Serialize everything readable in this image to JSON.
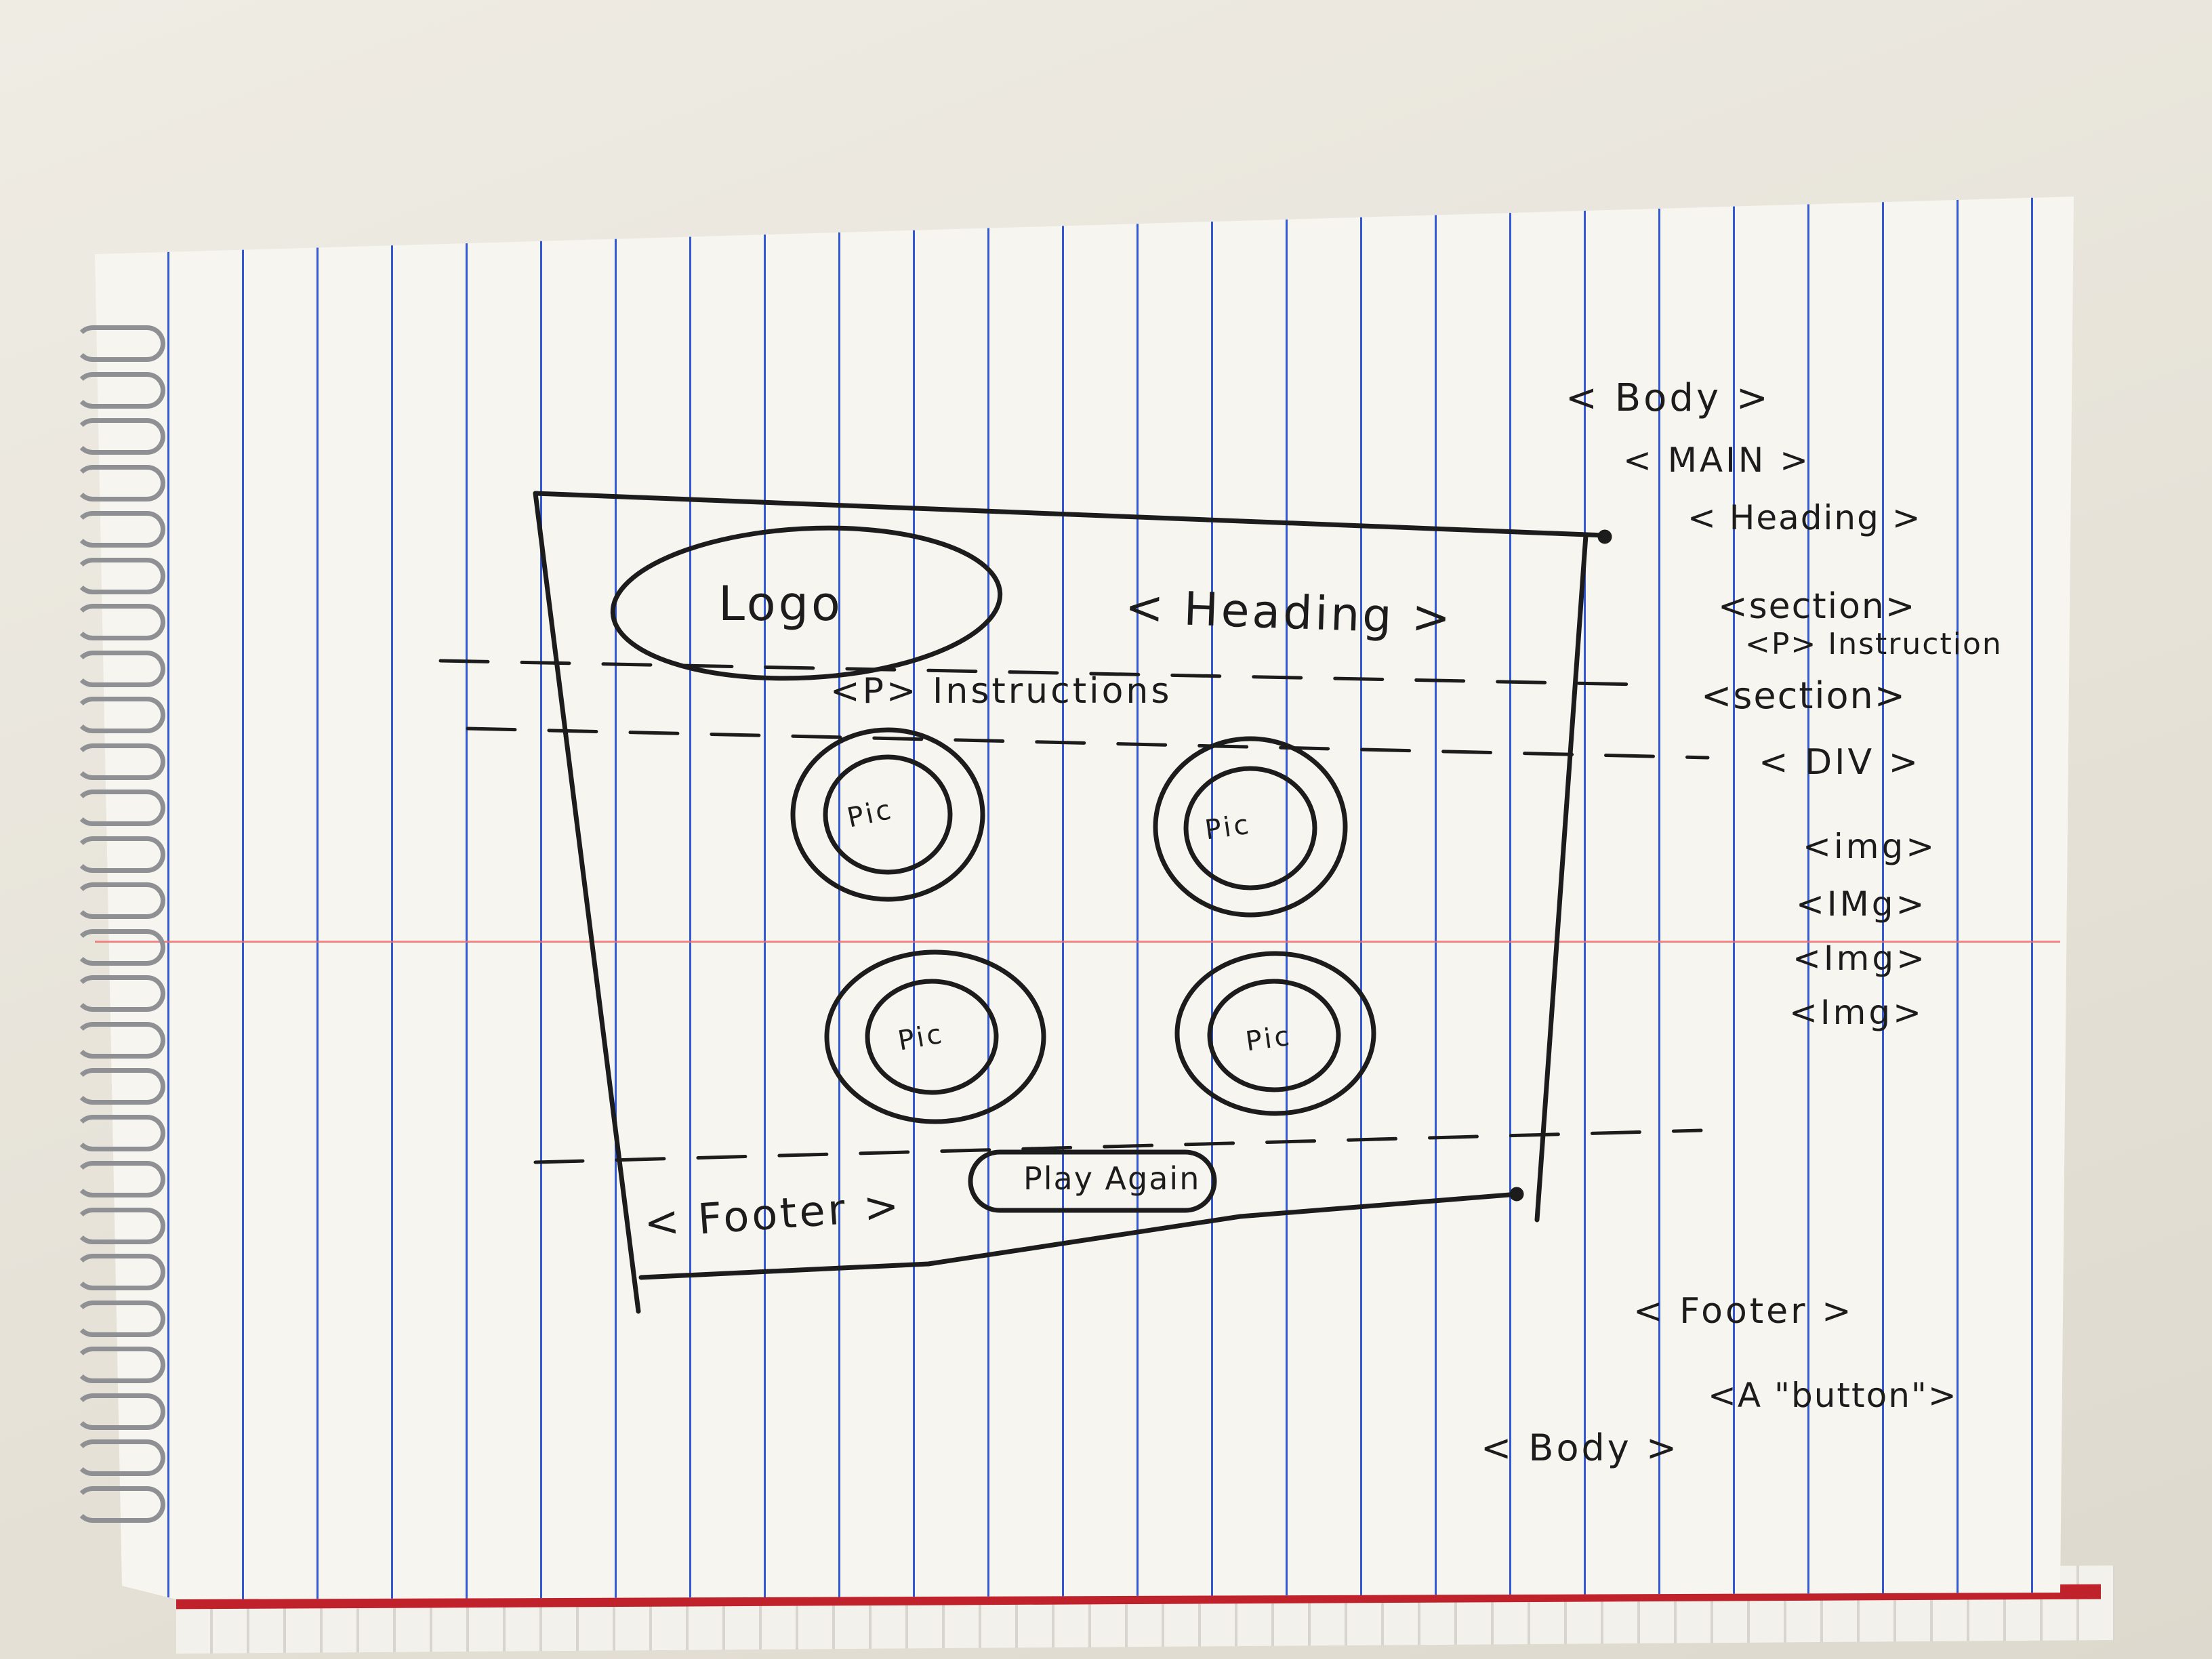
{
  "wireframe": {
    "logo": "Logo",
    "heading": "< Heading >",
    "instructions": "<P> Instructions",
    "pics": [
      "Pic",
      "Pic",
      "Pic",
      "Pic"
    ],
    "footer": "< Footer >",
    "play_again": "Play Again"
  },
  "outline": {
    "body_open": "< Body >",
    "main": "< MAIN >",
    "heading": "< Heading >",
    "section1": "<section>",
    "p_instruction": "<P> Instruction",
    "section2": "<section>",
    "div": "< DIV >",
    "imgs": [
      "<img>",
      "<IMg>",
      "<Img>",
      "<Img>"
    ],
    "footer": "< Footer >",
    "a_button": "<A \"button\">",
    "body_close": "< Body >"
  }
}
